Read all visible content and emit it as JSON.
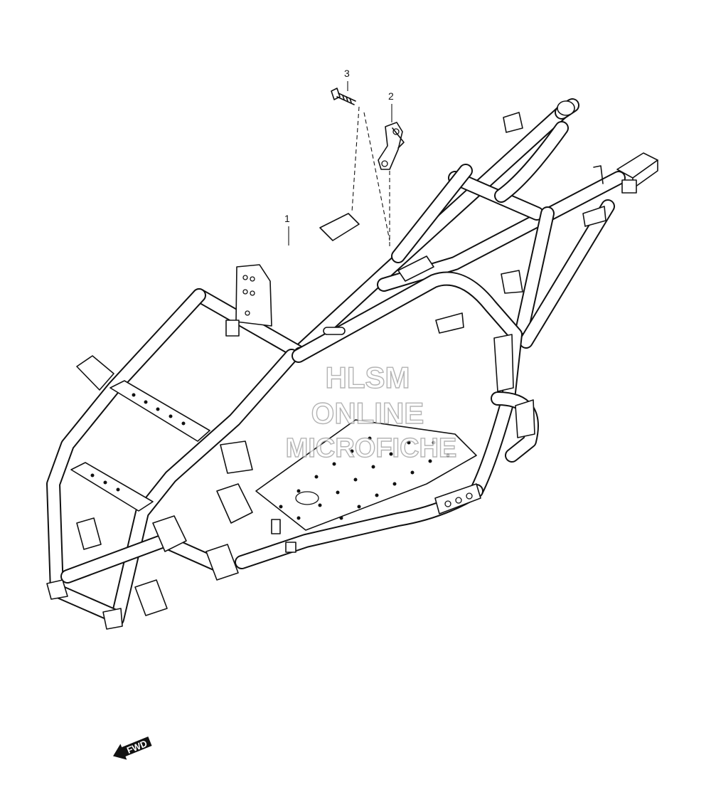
{
  "diagram": {
    "callouts": [
      {
        "id": "1",
        "label": "1"
      },
      {
        "id": "2",
        "label": "2"
      },
      {
        "id": "3",
        "label": "3"
      }
    ],
    "direction_badge": {
      "label": "FWD",
      "icon": "fwd-arrow-icon"
    },
    "watermark": {
      "line1": "HLSM",
      "line2": "ONLINE",
      "line3": "MICROFICHE"
    }
  }
}
